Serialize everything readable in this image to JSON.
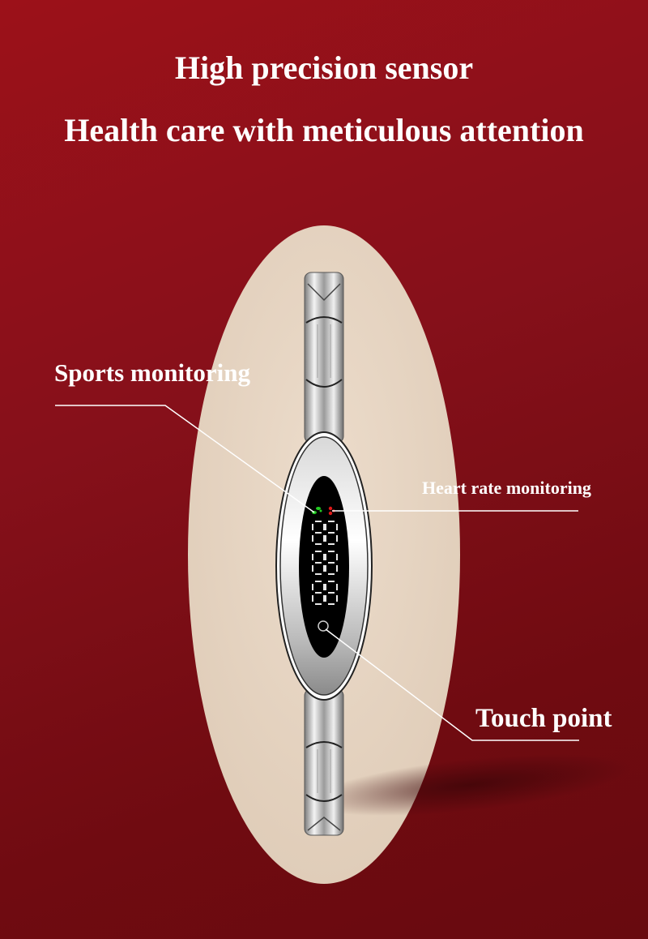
{
  "headline": {
    "line1": "High precision sensor",
    "line2": "Health care with meticulous attention"
  },
  "callouts": {
    "sports": "Sports monitoring",
    "heart": "Heart rate monitoring",
    "touch": "Touch point"
  },
  "device": {
    "display_digits": "8888",
    "indicators": [
      {
        "name": "steps-indicator",
        "color": "#22cc22"
      },
      {
        "name": "heart-indicator",
        "color": "#e01818"
      }
    ]
  },
  "colors": {
    "background_top": "#9c1119",
    "background_bottom": "#680a0f",
    "spotlight": "#e8d8c6",
    "text": "#ffffff"
  }
}
